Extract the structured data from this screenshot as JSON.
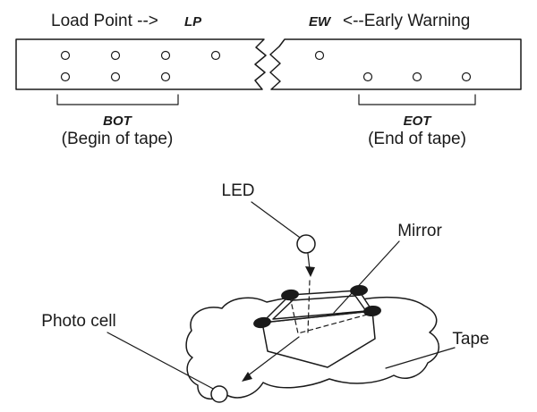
{
  "figure": {
    "background": "#ffffff",
    "ink_color": "#1a1a1a"
  },
  "tape_strip": {
    "load_point": "Load Point -->",
    "lp": "LP",
    "ew": "EW",
    "early_warning": "<--Early Warning",
    "bot": "BOT",
    "bot_caption": "(Begin of tape)",
    "eot": "EOT",
    "eot_caption": "(End of tape)"
  },
  "sensor_diagram": {
    "led": "LED",
    "mirror": "Mirror",
    "photo_cell": "Photo cell",
    "tape": "Tape"
  }
}
